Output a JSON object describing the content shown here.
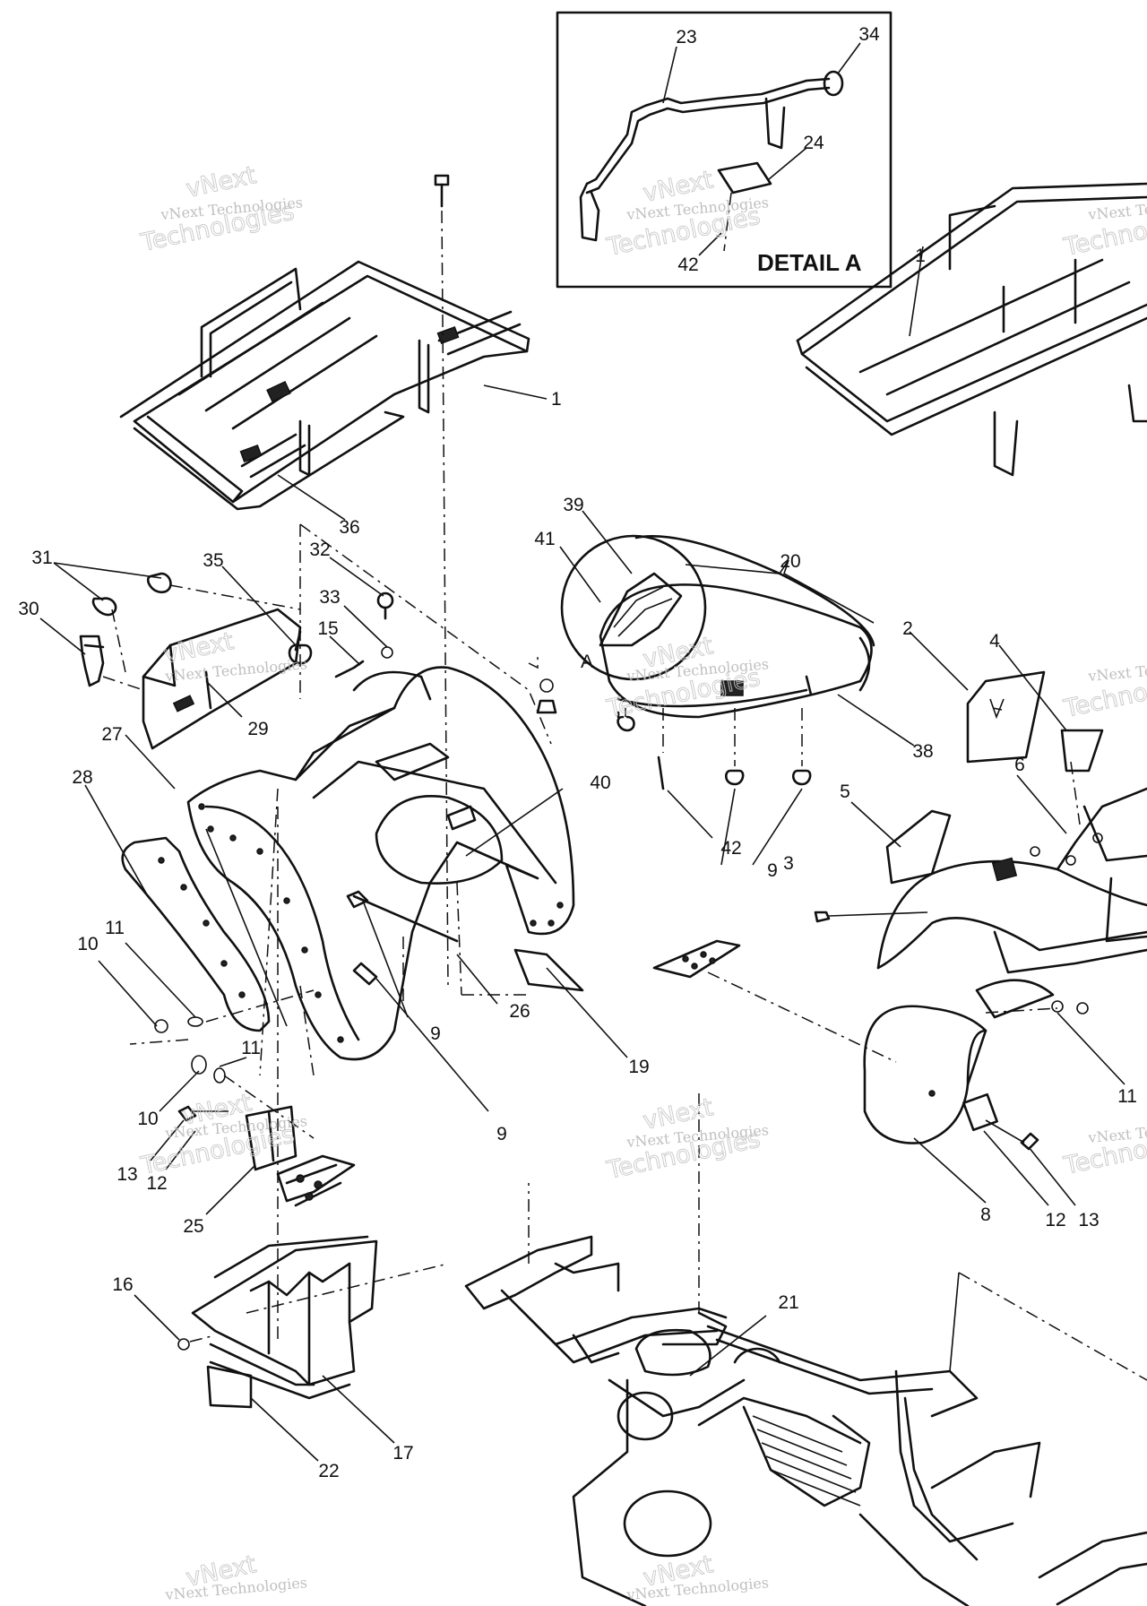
{
  "detail_title": "DETAIL A",
  "detail_callouts": [
    "23",
    "34",
    "24",
    "42"
  ],
  "reference_letter": "A",
  "callouts": [
    "1",
    "36",
    "39",
    "41",
    "20",
    "2",
    "4",
    "31",
    "35",
    "32",
    "30",
    "33",
    "15",
    "29",
    "28",
    "27",
    "40",
    "38",
    "42",
    "3",
    "6",
    "5",
    "9",
    "10",
    "11",
    "9",
    "26",
    "19",
    "11",
    "10",
    "13",
    "12",
    "25",
    "9",
    "8",
    "12",
    "13",
    "11",
    "16",
    "17",
    "22",
    "21",
    "1"
  ],
  "watermark": {
    "small": "vNext Technologies",
    "large": "Technologies",
    "top": "vNext"
  }
}
